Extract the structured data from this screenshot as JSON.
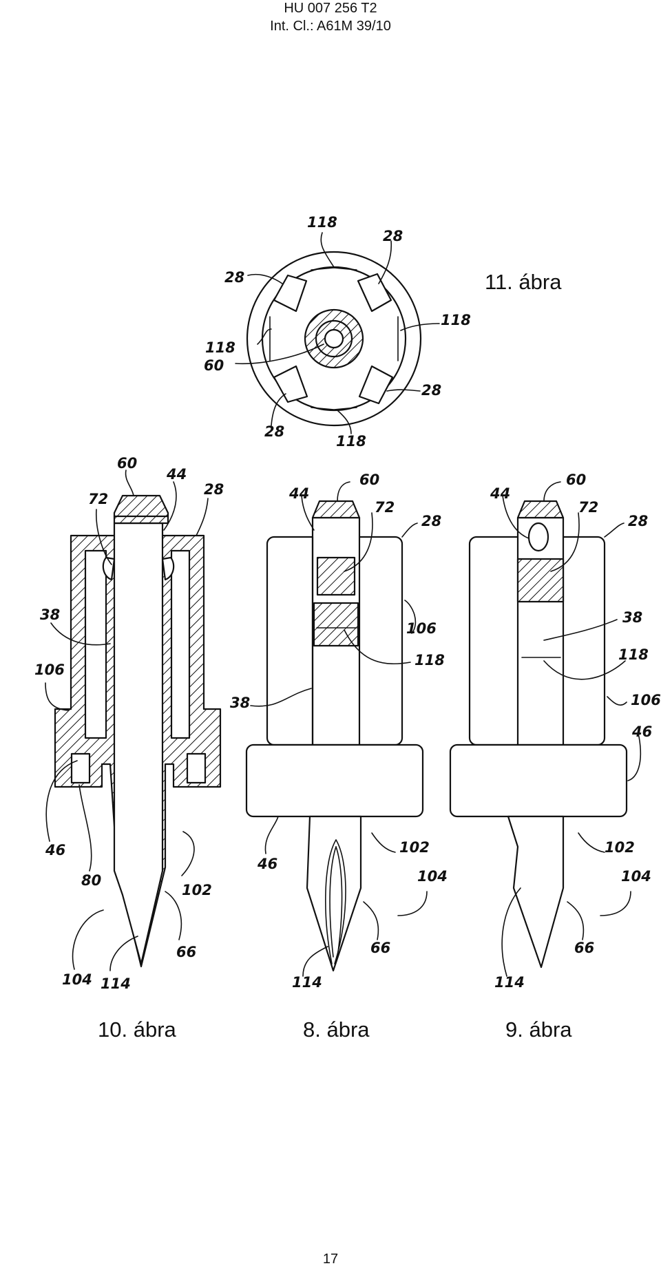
{
  "header": {
    "doc_number": "HU 007 256 T2",
    "classification": "Int. Cl.: A61M 39/10"
  },
  "figures": {
    "fig11": {
      "caption": "11. ábra",
      "refs": [
        "118",
        "28",
        "28",
        "118",
        "118",
        "60",
        "28",
        "28",
        "118"
      ]
    },
    "fig10": {
      "caption": "10. ábra",
      "refs": [
        "60",
        "44",
        "28",
        "72",
        "38",
        "106",
        "46",
        "80",
        "102",
        "66",
        "104",
        "114"
      ]
    },
    "fig8": {
      "caption": "8. ábra",
      "refs": [
        "60",
        "44",
        "72",
        "28",
        "106",
        "118",
        "38",
        "46",
        "102",
        "104",
        "66",
        "114"
      ]
    },
    "fig9": {
      "caption": "9. ábra",
      "refs": [
        "60",
        "44",
        "72",
        "28",
        "38",
        "118",
        "106",
        "46",
        "102",
        "104",
        "66",
        "114"
      ]
    }
  },
  "footer": {
    "page_number": "17"
  }
}
